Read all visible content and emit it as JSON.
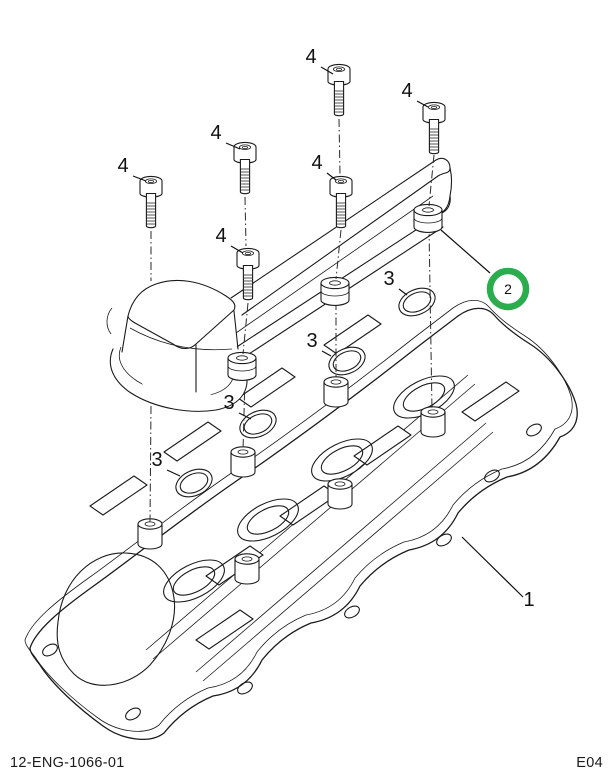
{
  "drawing": {
    "description": "Exploded parts diagram of engine valve cover assembly on cylinder head",
    "footer": {
      "drawing_number": "12-ENG-1066-01",
      "page_code": "E04"
    },
    "colors": {
      "highlight_green": "#2bad4e",
      "line": "#1b1b1b"
    },
    "callouts": {
      "bolts": [
        "4",
        "4",
        "4",
        "4",
        "4",
        "4"
      ],
      "seals": [
        "3",
        "3",
        "3",
        "3"
      ],
      "head": "1",
      "cover": "2"
    },
    "parts": [
      {
        "ref": "1",
        "name": "cylinder head deck"
      },
      {
        "ref": "2",
        "name": "valve cover (highlighted callout)"
      },
      {
        "ref": "3",
        "name": "seal / o-ring (4 places)"
      },
      {
        "ref": "4",
        "name": "mounting bolt (6 places)"
      }
    ]
  }
}
